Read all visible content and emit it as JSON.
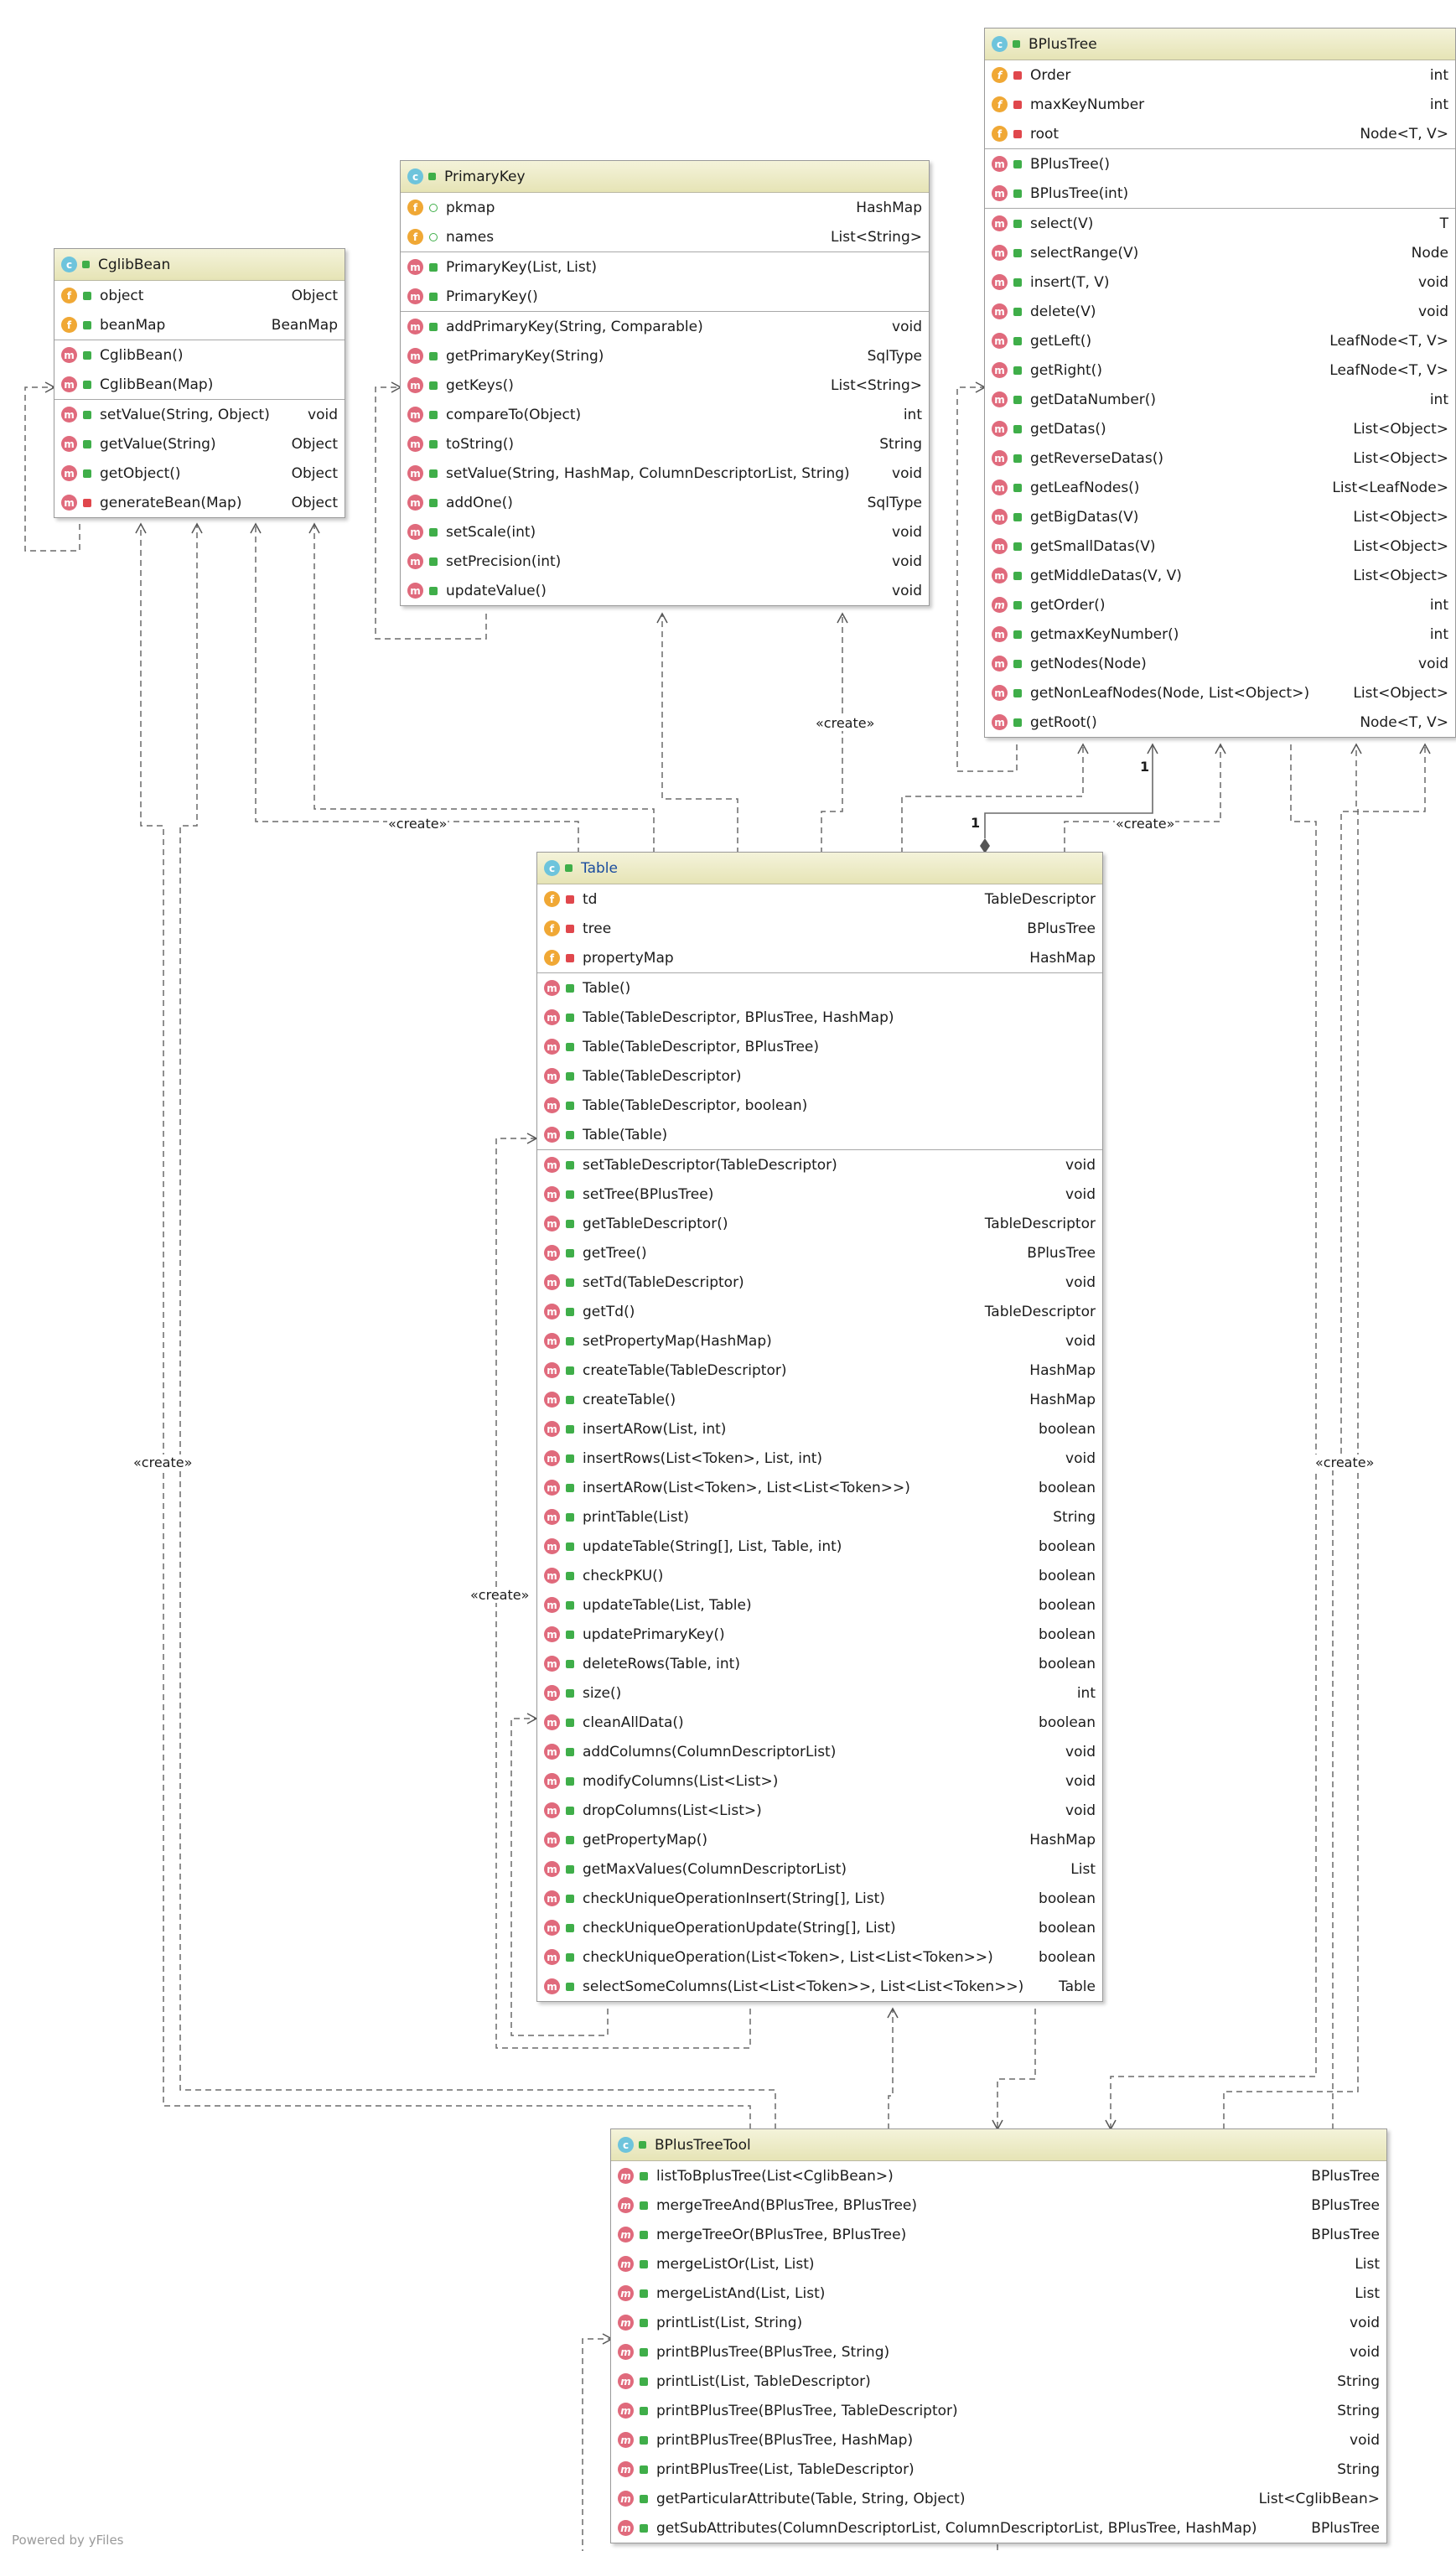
{
  "classes": {
    "cglib": {
      "name": "CglibBean",
      "fields": [
        {
          "badge": "f",
          "vis": "public",
          "name": "object",
          "type": "Object"
        },
        {
          "badge": "f",
          "vis": "public",
          "name": "beanMap",
          "type": "BeanMap"
        }
      ],
      "constructors": [
        {
          "badge": "m",
          "vis": "public",
          "name": "CglibBean()",
          "type": ""
        },
        {
          "badge": "m",
          "vis": "public",
          "name": "CglibBean(Map)",
          "type": ""
        }
      ],
      "methods": [
        {
          "badge": "m",
          "vis": "public",
          "name": "setValue(String, Object)",
          "type": "void"
        },
        {
          "badge": "m",
          "vis": "public",
          "name": "getValue(String)",
          "type": "Object"
        },
        {
          "badge": "m",
          "vis": "public",
          "name": "getObject()",
          "type": "Object"
        },
        {
          "badge": "m",
          "vis": "private",
          "name": "generateBean(Map)",
          "type": "Object"
        }
      ]
    },
    "pk": {
      "name": "PrimaryKey",
      "fields": [
        {
          "badge": "f",
          "vis": "package",
          "name": "pkmap",
          "type": "HashMap"
        },
        {
          "badge": "f",
          "vis": "package",
          "name": "names",
          "type": "List<String>"
        }
      ],
      "constructors": [
        {
          "badge": "m",
          "vis": "public",
          "name": "PrimaryKey(List, List)",
          "type": ""
        },
        {
          "badge": "m",
          "vis": "public",
          "name": "PrimaryKey()",
          "type": ""
        }
      ],
      "methods": [
        {
          "badge": "m",
          "vis": "public",
          "name": "addPrimaryKey(String, Comparable)",
          "type": "void"
        },
        {
          "badge": "m",
          "vis": "public",
          "name": "getPrimaryKey(String)",
          "type": "SqlType"
        },
        {
          "badge": "m",
          "vis": "public",
          "name": "getKeys()",
          "type": "List<String>"
        },
        {
          "badge": "m",
          "vis": "public",
          "name": "compareTo(Object)",
          "type": "int"
        },
        {
          "badge": "m",
          "vis": "public",
          "name": "toString()",
          "type": "String"
        },
        {
          "badge": "m",
          "vis": "public",
          "name": "setValue(String, HashMap, ColumnDescriptorList, String)",
          "type": "void"
        },
        {
          "badge": "m",
          "vis": "public",
          "name": "addOne()",
          "type": "SqlType"
        },
        {
          "badge": "m",
          "vis": "public",
          "name": "setScale(int)",
          "type": "void"
        },
        {
          "badge": "m",
          "vis": "public",
          "name": "setPrecision(int)",
          "type": "void"
        },
        {
          "badge": "m",
          "vis": "public",
          "name": "updateValue()",
          "type": "void"
        }
      ]
    },
    "bpt": {
      "name": "BPlusTree",
      "fields": [
        {
          "badge": "fs",
          "vis": "private",
          "name": "Order",
          "type": "int"
        },
        {
          "badge": "fs",
          "vis": "private",
          "name": "maxKeyNumber",
          "type": "int"
        },
        {
          "badge": "f",
          "vis": "private",
          "name": "root",
          "type": "Node<T, V>"
        }
      ],
      "constructors": [
        {
          "badge": "m",
          "vis": "public",
          "name": "BPlusTree()",
          "type": ""
        },
        {
          "badge": "m",
          "vis": "public",
          "name": "BPlusTree(int)",
          "type": ""
        }
      ],
      "methods": [
        {
          "badge": "m",
          "vis": "public",
          "name": "select(V)",
          "type": "T"
        },
        {
          "badge": "m",
          "vis": "public",
          "name": "selectRange(V)",
          "type": "Node"
        },
        {
          "badge": "m",
          "vis": "public",
          "name": "insert(T, V)",
          "type": "void"
        },
        {
          "badge": "m",
          "vis": "public",
          "name": "delete(V)",
          "type": "void"
        },
        {
          "badge": "m",
          "vis": "public",
          "name": "getLeft()",
          "type": "LeafNode<T, V>"
        },
        {
          "badge": "m",
          "vis": "public",
          "name": "getRight()",
          "type": "LeafNode<T, V>"
        },
        {
          "badge": "m",
          "vis": "public",
          "name": "getDataNumber()",
          "type": "int"
        },
        {
          "badge": "m",
          "vis": "public",
          "name": "getDatas()",
          "type": "List<Object>"
        },
        {
          "badge": "m",
          "vis": "public",
          "name": "getReverseDatas()",
          "type": "List<Object>"
        },
        {
          "badge": "m",
          "vis": "public",
          "name": "getLeafNodes()",
          "type": "List<LeafNode>"
        },
        {
          "badge": "m",
          "vis": "public",
          "name": "getBigDatas(V)",
          "type": "List<Object>"
        },
        {
          "badge": "m",
          "vis": "public",
          "name": "getSmallDatas(V)",
          "type": "List<Object>"
        },
        {
          "badge": "m",
          "vis": "public",
          "name": "getMiddleDatas(V, V)",
          "type": "List<Object>"
        },
        {
          "badge": "ms",
          "vis": "public",
          "name": "getOrder()",
          "type": "int"
        },
        {
          "badge": "m",
          "vis": "public",
          "name": "getmaxKeyNumber()",
          "type": "int"
        },
        {
          "badge": "m",
          "vis": "public",
          "name": "getNodes(Node)",
          "type": "void"
        },
        {
          "badge": "m",
          "vis": "public",
          "name": "getNonLeafNodes(Node, List<Object>)",
          "type": "List<Object>"
        },
        {
          "badge": "m",
          "vis": "public",
          "name": "getRoot()",
          "type": "Node<T, V>"
        }
      ]
    },
    "table": {
      "name": "Table",
      "fields": [
        {
          "badge": "f",
          "vis": "private",
          "name": "td",
          "type": "TableDescriptor"
        },
        {
          "badge": "f",
          "vis": "private",
          "name": "tree",
          "type": "BPlusTree"
        },
        {
          "badge": "f",
          "vis": "private",
          "name": "propertyMap",
          "type": "HashMap"
        }
      ],
      "constructors": [
        {
          "badge": "m",
          "vis": "public",
          "name": "Table()",
          "type": ""
        },
        {
          "badge": "m",
          "vis": "public",
          "name": "Table(TableDescriptor, BPlusTree, HashMap)",
          "type": ""
        },
        {
          "badge": "m",
          "vis": "public",
          "name": "Table(TableDescriptor, BPlusTree)",
          "type": ""
        },
        {
          "badge": "m",
          "vis": "public",
          "name": "Table(TableDescriptor)",
          "type": ""
        },
        {
          "badge": "m",
          "vis": "public",
          "name": "Table(TableDescriptor, boolean)",
          "type": ""
        },
        {
          "badge": "m",
          "vis": "public",
          "name": "Table(Table)",
          "type": ""
        }
      ],
      "methods": [
        {
          "badge": "m",
          "vis": "public",
          "name": "setTableDescriptor(TableDescriptor)",
          "type": "void"
        },
        {
          "badge": "m",
          "vis": "public",
          "name": "setTree(BPlusTree)",
          "type": "void"
        },
        {
          "badge": "m",
          "vis": "public",
          "name": "getTableDescriptor()",
          "type": "TableDescriptor"
        },
        {
          "badge": "m",
          "vis": "public",
          "name": "getTree()",
          "type": "BPlusTree"
        },
        {
          "badge": "m",
          "vis": "public",
          "name": "setTd(TableDescriptor)",
          "type": "void"
        },
        {
          "badge": "m",
          "vis": "public",
          "name": "getTd()",
          "type": "TableDescriptor"
        },
        {
          "badge": "m",
          "vis": "public",
          "name": "setPropertyMap(HashMap)",
          "type": "void"
        },
        {
          "badge": "m",
          "vis": "public",
          "name": "createTable(TableDescriptor)",
          "type": "HashMap"
        },
        {
          "badge": "m",
          "vis": "public",
          "name": "createTable()",
          "type": "HashMap"
        },
        {
          "badge": "m",
          "vis": "public",
          "name": "insertARow(List, int)",
          "type": "boolean"
        },
        {
          "badge": "m",
          "vis": "public",
          "name": "insertRows(List<Token>, List, int)",
          "type": "void"
        },
        {
          "badge": "m",
          "vis": "public",
          "name": "insertARow(List<Token>, List<List<Token>>)",
          "type": "boolean"
        },
        {
          "badge": "m",
          "vis": "public",
          "name": "printTable(List)",
          "type": "String"
        },
        {
          "badge": "m",
          "vis": "public",
          "name": "updateTable(String[], List, Table, int)",
          "type": "boolean"
        },
        {
          "badge": "m",
          "vis": "public",
          "name": "checkPKU()",
          "type": "boolean"
        },
        {
          "badge": "m",
          "vis": "public",
          "name": "updateTable(List, Table)",
          "type": "boolean"
        },
        {
          "badge": "m",
          "vis": "public",
          "name": "updatePrimaryKey()",
          "type": "boolean"
        },
        {
          "badge": "m",
          "vis": "public",
          "name": "deleteRows(Table, int)",
          "type": "boolean"
        },
        {
          "badge": "m",
          "vis": "public",
          "name": "size()",
          "type": "int"
        },
        {
          "badge": "m",
          "vis": "public",
          "name": "cleanAllData()",
          "type": "boolean"
        },
        {
          "badge": "m",
          "vis": "public",
          "name": "addColumns(ColumnDescriptorList)",
          "type": "void"
        },
        {
          "badge": "m",
          "vis": "public",
          "name": "modifyColumns(List<List>)",
          "type": "void"
        },
        {
          "badge": "m",
          "vis": "public",
          "name": "dropColumns(List<List>)",
          "type": "void"
        },
        {
          "badge": "m",
          "vis": "public",
          "name": "getPropertyMap()",
          "type": "HashMap"
        },
        {
          "badge": "m",
          "vis": "public",
          "name": "getMaxValues(ColumnDescriptorList)",
          "type": "List"
        },
        {
          "badge": "m",
          "vis": "public",
          "name": "checkUniqueOperationInsert(String[], List)",
          "type": "boolean"
        },
        {
          "badge": "m",
          "vis": "public",
          "name": "checkUniqueOperationUpdate(String[], List)",
          "type": "boolean"
        },
        {
          "badge": "m",
          "vis": "public",
          "name": "checkUniqueOperation(List<Token>, List<List<Token>>)",
          "type": "boolean"
        },
        {
          "badge": "m",
          "vis": "public",
          "name": "selectSomeColumns(List<List<Token>>, List<List<Token>>)",
          "type": "Table"
        }
      ]
    },
    "tool": {
      "name": "BPlusTreeTool",
      "fields": [],
      "constructors": [],
      "methods": [
        {
          "badge": "ms",
          "vis": "public",
          "name": "listToBplusTree(List<CglibBean>)",
          "type": "BPlusTree"
        },
        {
          "badge": "ms",
          "vis": "public",
          "name": "mergeTreeAnd(BPlusTree, BPlusTree)",
          "type": "BPlusTree"
        },
        {
          "badge": "ms",
          "vis": "public",
          "name": "mergeTreeOr(BPlusTree, BPlusTree)",
          "type": "BPlusTree"
        },
        {
          "badge": "ms",
          "vis": "public",
          "name": "mergeListOr(List, List)",
          "type": "List"
        },
        {
          "badge": "ms",
          "vis": "public",
          "name": "mergeListAnd(List, List)",
          "type": "List"
        },
        {
          "badge": "ms",
          "vis": "public",
          "name": "printList(List, String)",
          "type": "void"
        },
        {
          "badge": "ms",
          "vis": "public",
          "name": "printBPlusTree(BPlusTree, String)",
          "type": "void"
        },
        {
          "badge": "ms",
          "vis": "public",
          "name": "printList(List, TableDescriptor)",
          "type": "String"
        },
        {
          "badge": "ms",
          "vis": "public",
          "name": "printBPlusTree(BPlusTree, TableDescriptor)",
          "type": "String"
        },
        {
          "badge": "ms",
          "vis": "public",
          "name": "printBPlusTree(BPlusTree, HashMap)",
          "type": "void"
        },
        {
          "badge": "ms",
          "vis": "public",
          "name": "printBPlusTree(List, TableDescriptor)",
          "type": "String"
        },
        {
          "badge": "ms",
          "vis": "public",
          "name": "getParticularAttribute(Table, String, Object)",
          "type": "List<CglibBean>"
        },
        {
          "badge": "ms",
          "vis": "public",
          "name": "getSubAttributes(ColumnDescriptorList, ColumnDescriptorList, BPlusTree, HashMap)",
          "type": "BPlusTree"
        }
      ]
    }
  },
  "labels": {
    "create": "«create»",
    "mult_one": "1"
  },
  "footer": "Powered by yFiles",
  "colors": {
    "header": "#e8e6bc",
    "class_badge": "#6ec4dc",
    "field_badge": "#f0a835",
    "method_badge": "#e06a7c",
    "public": "#3fae49",
    "private": "#e0474c",
    "table_title": "#1a4c9e"
  }
}
